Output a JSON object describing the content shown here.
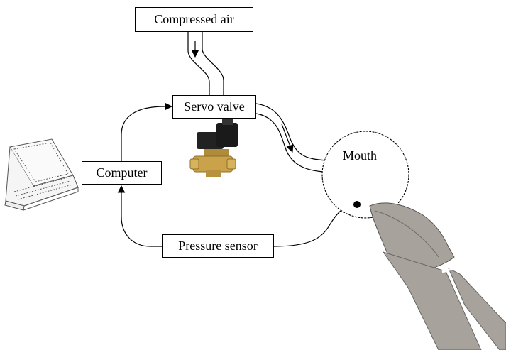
{
  "diagram": {
    "nodes": {
      "compressed_air": "Compressed air",
      "servo_valve": "Servo valve",
      "computer": "Computer",
      "pressure_sensor": "Pressure sensor",
      "mouth": "Mouth"
    },
    "edges": [
      {
        "from": "compressed_air",
        "to": "servo_valve",
        "kind": "air tube"
      },
      {
        "from": "servo_valve",
        "to": "mouth",
        "kind": "air tube"
      },
      {
        "from": "computer",
        "to": "servo_valve",
        "kind": "signal"
      },
      {
        "from": "mouth",
        "to": "pressure_sensor",
        "kind": "signal"
      },
      {
        "from": "pressure_sensor",
        "to": "computer",
        "kind": "signal"
      }
    ],
    "illustrations": [
      "laptop-illustration",
      "solenoid-valve-illustration",
      "clarinet-illustration"
    ],
    "colors": {
      "line": "#000000",
      "valve_brass": "#c9a24a",
      "instrument_gray": "#a7a29b"
    }
  }
}
